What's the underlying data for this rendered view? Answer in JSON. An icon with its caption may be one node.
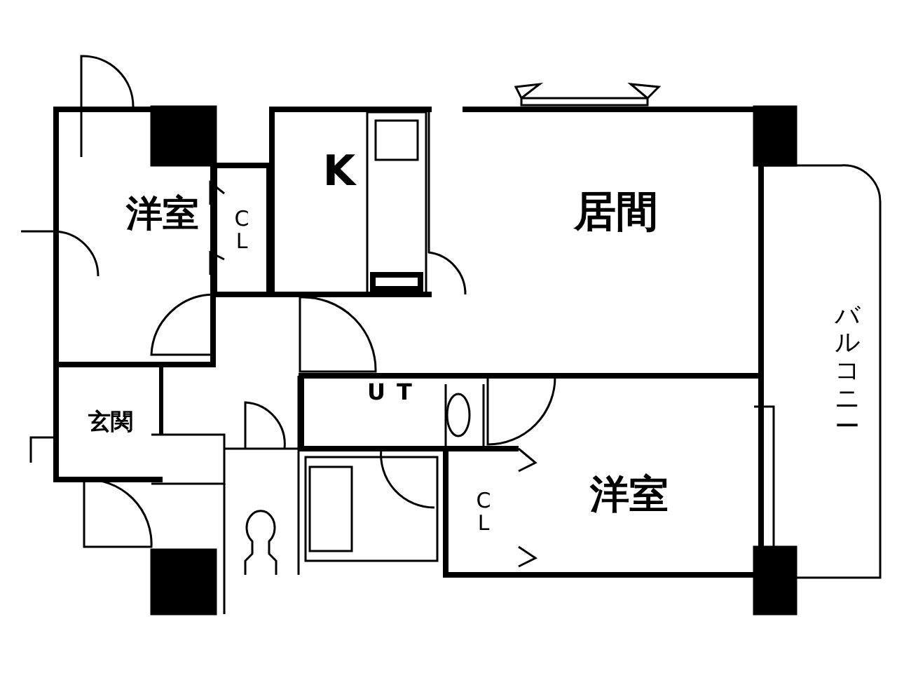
{
  "diagram": {
    "nodes": [
      {
        "text": [
          "洋室"
        ]
      },
      {
        "text": [
          "CL"
        ]
      },
      {
        "text": [
          "K"
        ]
      },
      {
        "text": [
          "居間"
        ]
      },
      {
        "text": [
          "バルコニー"
        ]
      },
      {
        "text": [
          "玄関"
        ]
      },
      {
        "text": [
          "UT"
        ]
      },
      {
        "text": [
          "洋室"
        ]
      },
      {
        "text": [
          "CL"
        ]
      }
    ]
  }
}
